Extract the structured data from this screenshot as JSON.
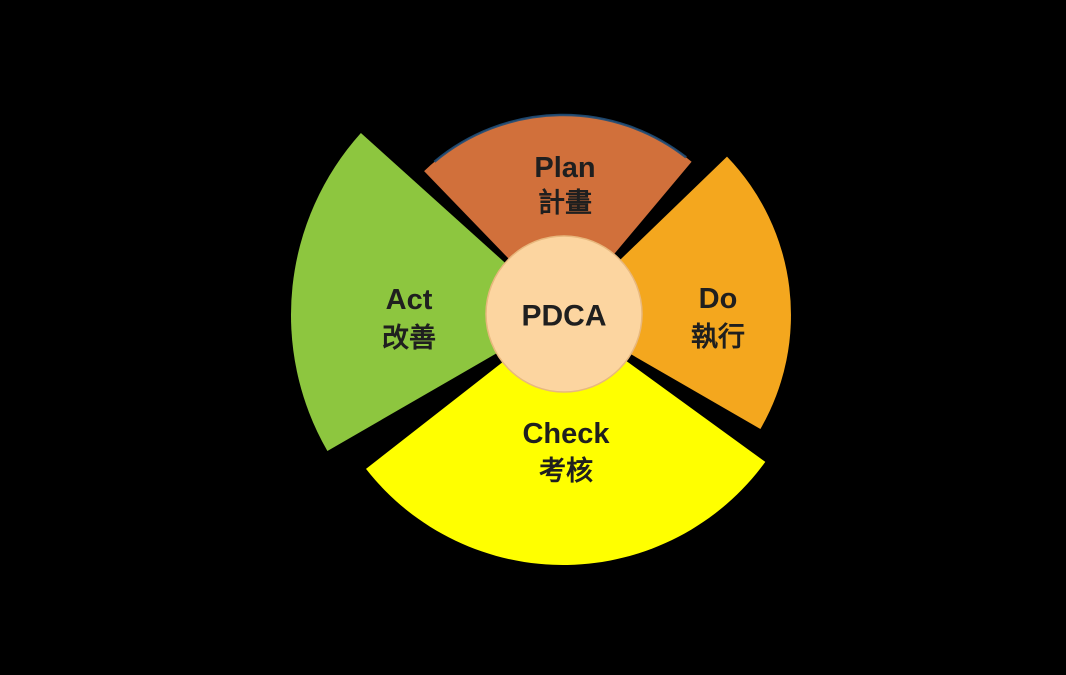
{
  "title": "PDCA cycle diagram",
  "center": {
    "label": "PDCA",
    "fill": "#FCD5A0",
    "stroke": "#E8B87D"
  },
  "wedges": {
    "plan": {
      "label_en": "Plan",
      "label_zh": "計畫",
      "color": "#D1703B"
    },
    "do": {
      "label_en": "Do",
      "label_zh": "執行",
      "color": "#F4A71E"
    },
    "check": {
      "label_en": "Check",
      "label_zh": "考核",
      "color": "#FFFF00"
    },
    "act": {
      "label_en": "Act",
      "label_zh": "改善",
      "color": "#8DC63F"
    }
  },
  "accents": {
    "background": "#000000",
    "text_color": "#1F1F1F",
    "plan_arc_outline": "#1F4E79"
  }
}
